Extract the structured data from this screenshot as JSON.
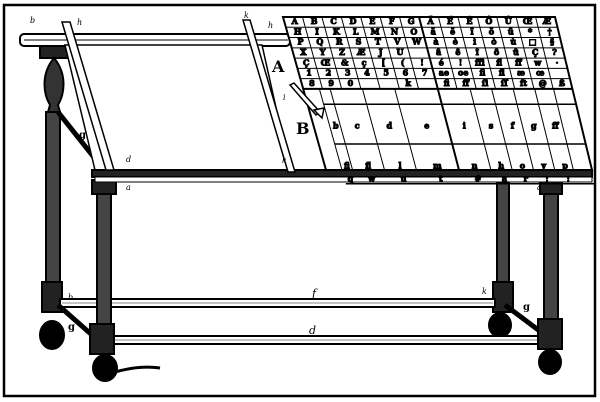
{
  "figure": {
    "labels": {
      "A": "A",
      "B": "B",
      "f": "f",
      "d": "d",
      "b_top": "b",
      "h_left": "h",
      "k_top": "k",
      "h_right": "h",
      "d_front": "d",
      "k_front": "k",
      "a_left": "a",
      "a_right": "a",
      "g_left_upper": "g",
      "g_left_lower": "g",
      "g_right": "g",
      "k_right": "k",
      "i_arrow": "i"
    },
    "upper_case_rows": [
      [
        "A",
        "B",
        "C",
        "D",
        "E",
        "F",
        "G",
        "Ã",
        "É",
        "Ê",
        "Ô",
        "Û",
        "Œ",
        "Æ"
      ],
      [
        "H",
        "I",
        "K",
        "L",
        "M",
        "N",
        "O",
        "ä",
        "ë",
        "ï",
        "ö",
        "ü",
        "*",
        "†"
      ],
      [
        "P",
        "Q",
        "R",
        "S",
        "T",
        "V",
        "W",
        "à",
        "è",
        "ì",
        "ò",
        "ù",
        "□",
        "§"
      ],
      [
        "X",
        "Y",
        "Z",
        "Æ",
        "J",
        "U",
        "",
        "â",
        "ê",
        "î",
        "ô",
        "û",
        "Ç",
        "?"
      ],
      [
        "Ç",
        "Œ",
        "&",
        "ç",
        "[",
        "(",
        "!",
        "é",
        "!",
        "ffi",
        "fl",
        "ff",
        "w",
        "·"
      ],
      [
        "1",
        "2",
        "3",
        "4",
        "5",
        "6",
        "7",
        "ae",
        "oe",
        "ﬁ",
        "ﬂ",
        "æ",
        "œ",
        ""
      ],
      [
        "8",
        "9",
        "0",
        "",
        "",
        "k",
        "",
        "fi",
        "ff",
        "ſi",
        "ſſ",
        "ft",
        "@",
        "ß"
      ]
    ],
    "lower_case_cells": [
      "b",
      "c",
      "d",
      "e",
      "i",
      "s",
      "f",
      "g",
      "ff",
      "fi",
      "fl",
      "l",
      "m",
      "n",
      "h",
      "o",
      "y",
      "p",
      "q",
      "w",
      "u",
      "t",
      "#",
      "a",
      "r",
      ";",
      ":"
    ],
    "colors": {
      "ink": "#000000",
      "paper": "#ffffff"
    }
  }
}
